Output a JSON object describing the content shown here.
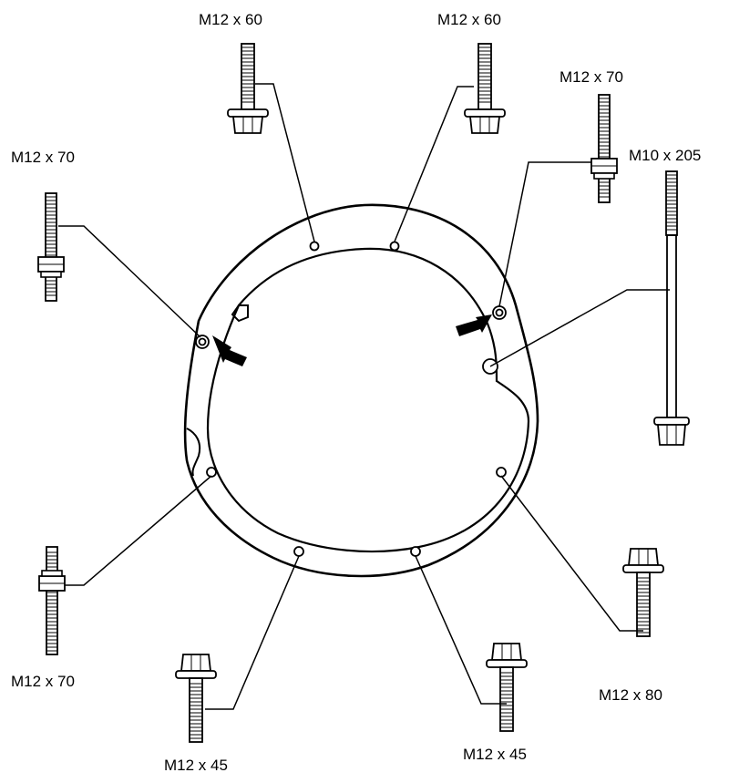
{
  "labels": {
    "top_left": "M12 x 60",
    "top_right": "M12 x 60",
    "upper_right": "M12 x 70",
    "right_long": "M10 x 205",
    "upper_left": "M12 x 70",
    "lower_left": "M12 x 70",
    "bottom_left": "M12 x 45",
    "bottom_right": "M12 x 45",
    "lower_right": "M12 x 80"
  },
  "colors": {
    "ink": "#000000",
    "background": "#ffffff"
  },
  "icons": {
    "arrow": "black-arrow-icon"
  }
}
